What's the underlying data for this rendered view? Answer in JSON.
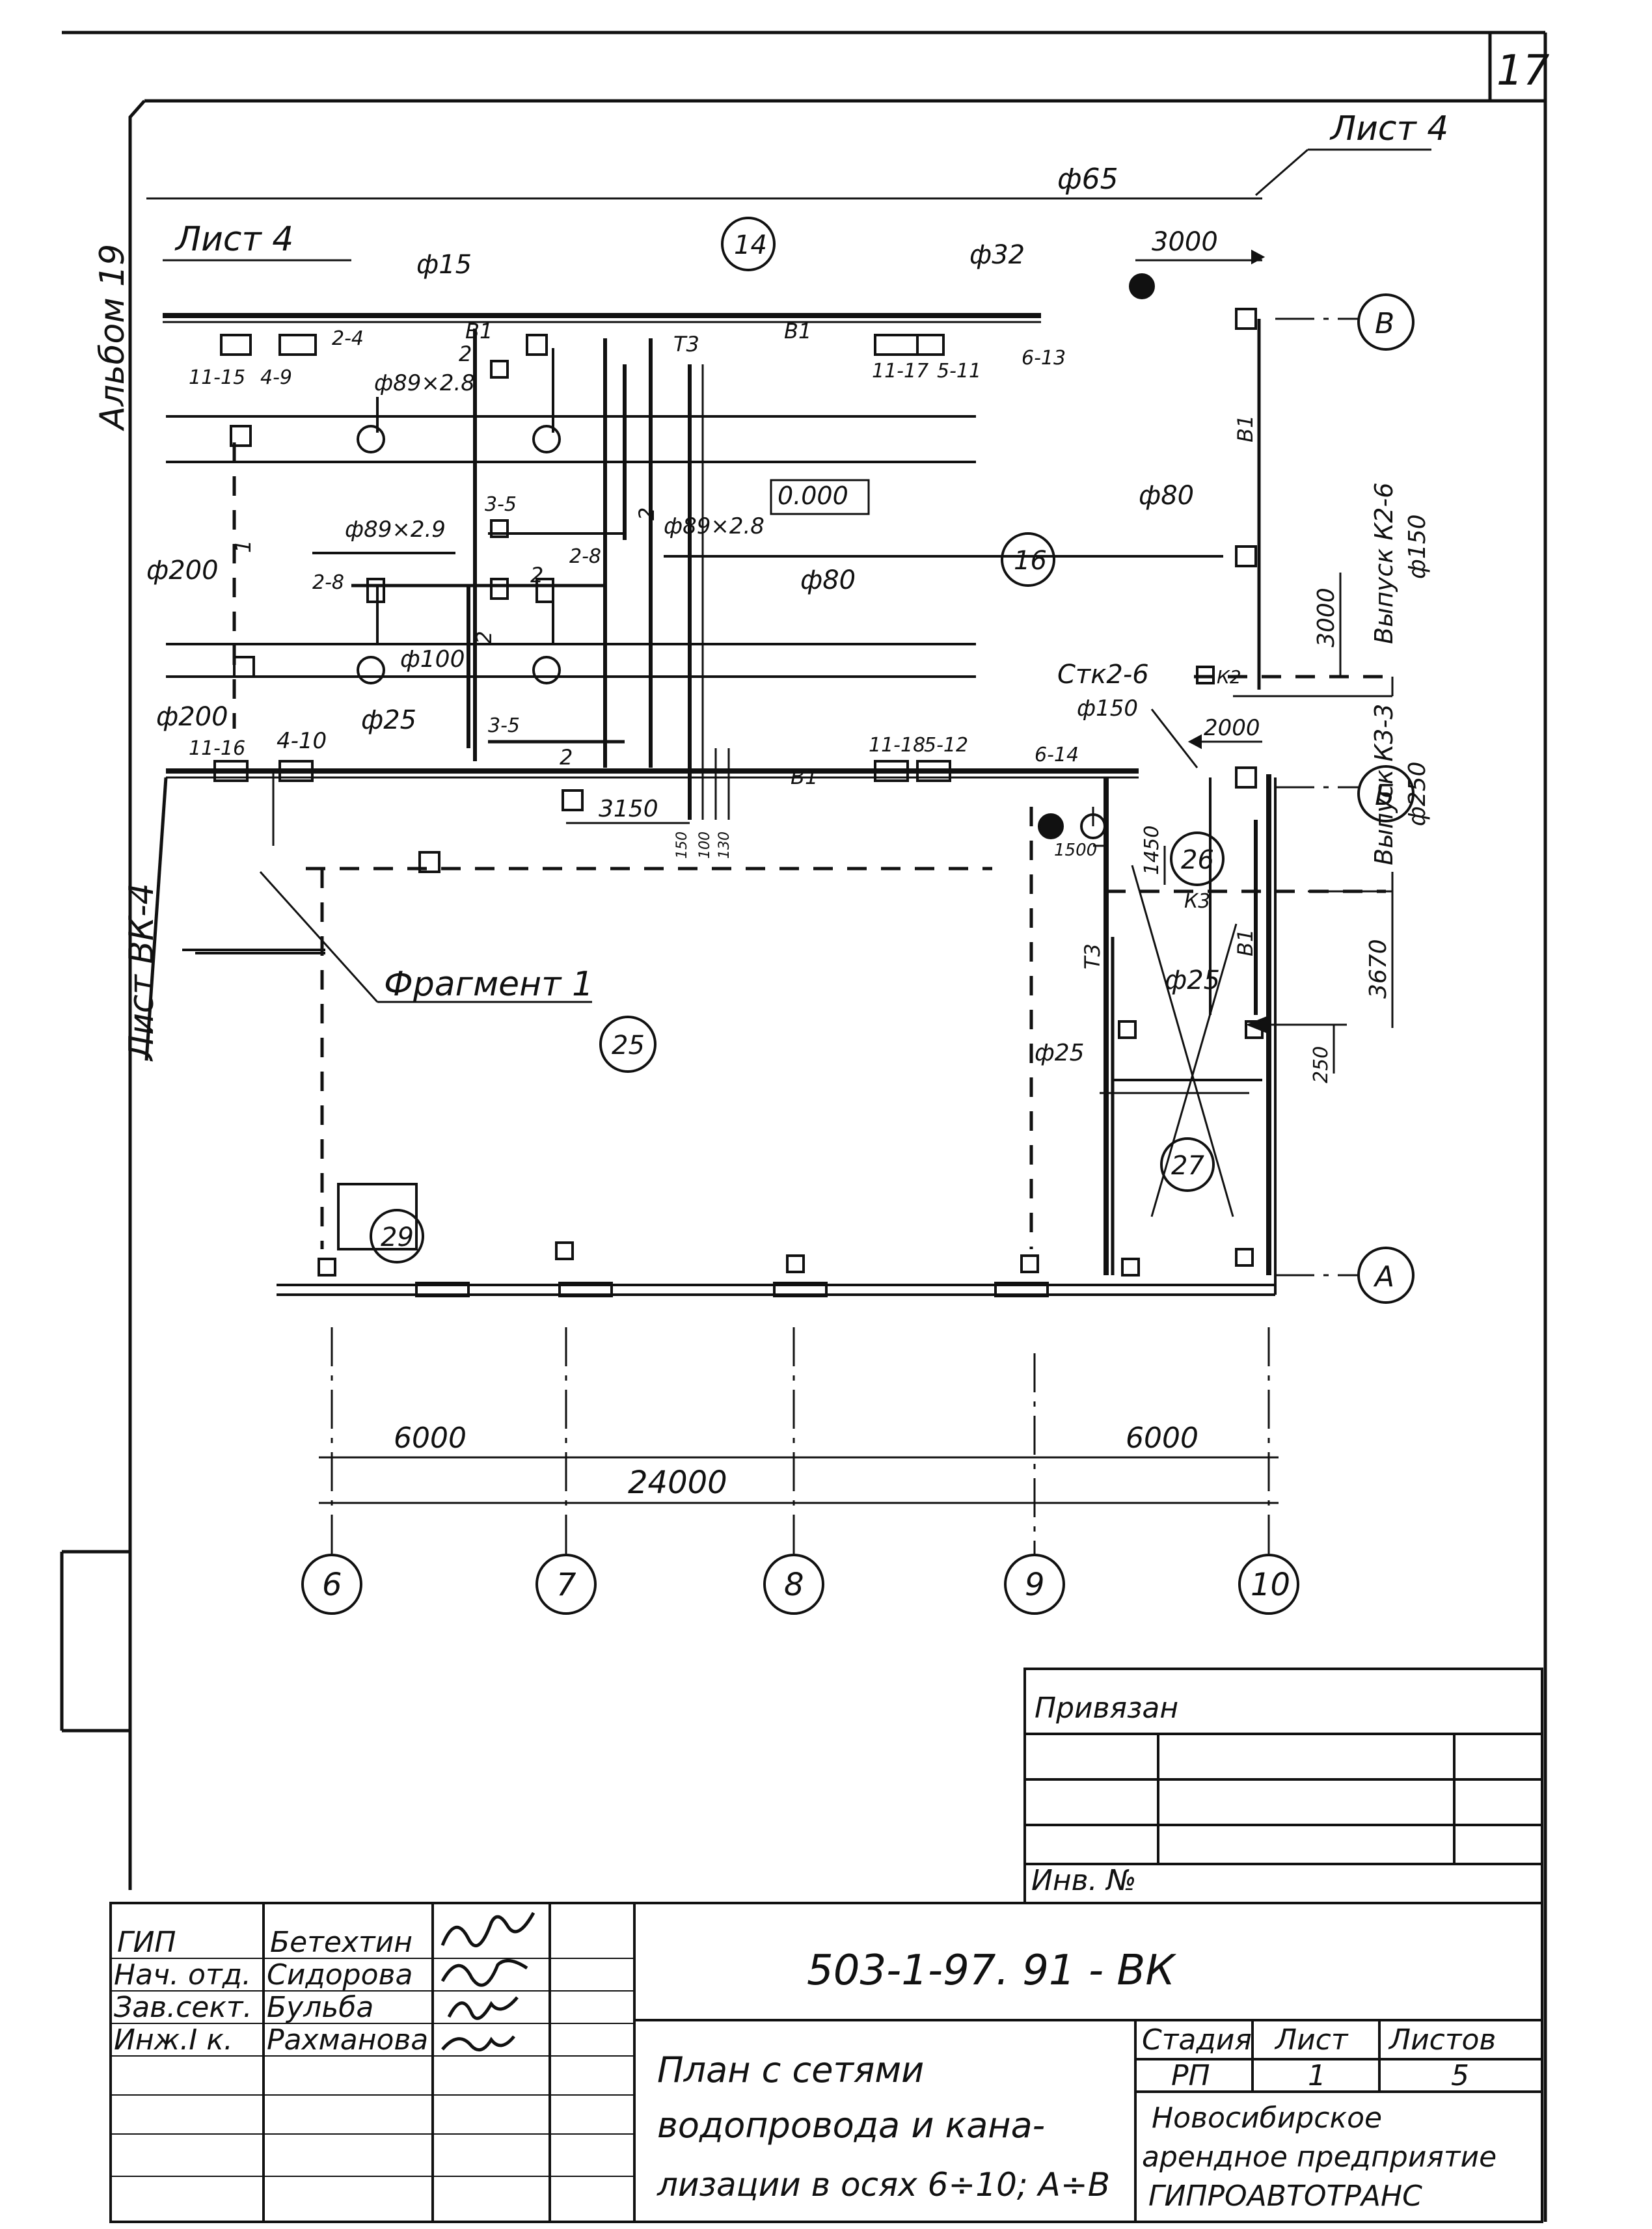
{
  "sheet_number": "17",
  "album_label": "Альбом 19",
  "side_label": "Лист ВК-4",
  "plan": {
    "sheet_refs": [
      "Лист 4",
      "Лист 4"
    ],
    "room_numbers": [
      "14",
      "16",
      "25",
      "26",
      "27",
      "29"
    ],
    "elevation": "0.000",
    "fragment_label": "Фрагмент 1",
    "pipe_labels": {
      "d65": "ф65",
      "d15": "ф15",
      "d32": "ф32",
      "d80a": "ф80",
      "d80b": "ф80",
      "d200a": "ф200",
      "d200b": "ф200",
      "d25a": "ф25",
      "d25b": "ф25",
      "d25c": "ф25",
      "d100": "ф100",
      "d89x28a": "ф89×2.8",
      "d89x29": "ф89×2.9",
      "d89x28b": "ф89×2.8",
      "d150": "ф150"
    },
    "line_labels": {
      "b1a": "В1",
      "b1b": "В1",
      "b1c": "В1",
      "b1d": "В1",
      "b1e": "В1",
      "t3a": "Т3",
      "t3b": "Т3",
      "k2": "К2",
      "k3": "К3",
      "n2a": "2",
      "n2b": "2",
      "n2c": "2",
      "n2d": "2",
      "n2e": "2",
      "n1": "1"
    },
    "fixture_labels": {
      "f11_15": "11-15",
      "f4_9": "4-9",
      "f2_4": "2-4",
      "f11_17": "11-17",
      "f5_11": "5-11",
      "f6_13": "6-13",
      "f3_5a": "3-5",
      "f2_8a": "2-8",
      "f2_8b": "2-8",
      "f3_5b": "3-5",
      "f11_16": "11-16",
      "f4_10": "4-10",
      "f11_18": "11-18",
      "f5_12": "5-12",
      "f6_14": "6-14"
    },
    "outlets": {
      "stk": "Стк2-6",
      "stk_d": "ф150",
      "vk2": "Выпуск К2-6",
      "vk2_d": "ф150",
      "vk3": "Выпуск К3-3",
      "vk3_d": "ф250"
    },
    "dimensions": {
      "d3000a": "3000",
      "d3000b": "3000",
      "d2000": "2000",
      "d3670": "3670",
      "d250": "250",
      "d3150": "3150",
      "d1500": "1500",
      "d1450": "1450",
      "d150": "150",
      "d100": "100",
      "d130": "130",
      "d6000a": "6000",
      "d6000b": "6000",
      "d24000": "24000"
    },
    "axes_rows": [
      "В",
      "Б",
      "А"
    ],
    "axes_columns": [
      "6",
      "7",
      "8",
      "9",
      "10"
    ]
  },
  "title_block": {
    "privyazan": "Привязан",
    "inv_no": "Инв. №",
    "code": "503-1-97. 91 - ВК",
    "title_lines": [
      "План с сетями",
      "водопровода и кана-",
      "лизации в осях 6÷10; А÷В"
    ],
    "stage_header": "Стадия",
    "sheet_header": "Лист",
    "sheets_header": "Листов",
    "stage": "РП",
    "sheet": "1",
    "sheets": "5",
    "org_lines": [
      "Новосибирское",
      "арендное предприятие",
      "ГИПРОАВТОТРАНС"
    ],
    "staff": [
      {
        "role": "ГИП",
        "name": "Бетехтин"
      },
      {
        "role": "Нач. отд.",
        "name": "Сидорова"
      },
      {
        "role": "Зав.сект.",
        "name": "Бульба"
      },
      {
        "role": "Инж.I к.",
        "name": "Рахманова"
      }
    ]
  }
}
